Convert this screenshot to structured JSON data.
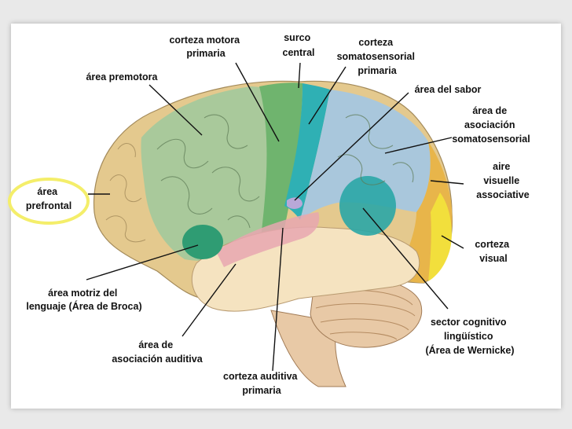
{
  "labels": {
    "corteza_motora": [
      "corteza motora",
      "primaria"
    ],
    "surco_central": [
      "surco",
      "central"
    ],
    "corteza_somatosensorial": [
      "corteza",
      "somatosensorial",
      "primaria"
    ],
    "area_premotora": [
      "área premotora"
    ],
    "area_sabor": [
      "área del sabor"
    ],
    "asociacion_somatosensorial": [
      "área de",
      "asociación",
      "somatosensorial"
    ],
    "area_prefrontal": [
      "área",
      "prefrontal"
    ],
    "aire_visuelle": [
      "aire",
      "visuelle",
      "associative"
    ],
    "corteza_visual": [
      "corteza",
      "visual"
    ],
    "broca": [
      "área motriz del",
      "lenguaje (Área de Broca)"
    ],
    "wernicke": [
      "sector cognitivo",
      "lingüístico",
      "(Área de Wernicke)"
    ],
    "asociacion_auditiva": [
      "área de",
      "asociación auditiva"
    ],
    "corteza_auditiva": [
      "corteza auditiva",
      "primaria"
    ]
  },
  "colors": {
    "frontal": "#e4c98e",
    "motor": "#a9c99b",
    "motor_strip": "#6fb46e",
    "somatosensory_strip": "#2fb0b4",
    "somatosensory": "#a9c7dc",
    "visual_assoc": "#e8b54a",
    "visual": "#f2df3c",
    "temporal": "#f5e3c0",
    "wernicke": "#2aa6a6",
    "broca": "#2f9c73",
    "auditory": "#e8a7b0",
    "cerebellum": "#e8c9a6",
    "highlight_ring": "#f4ee6a"
  }
}
